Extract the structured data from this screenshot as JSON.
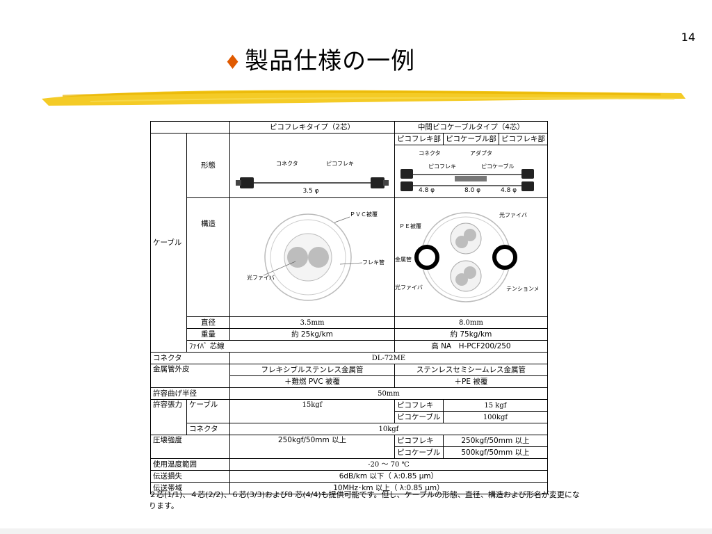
{
  "page_number": "14",
  "title": "製品仕様の一例",
  "table": {
    "h_picoflex": "ピコフレキタイプ（2芯）",
    "h_middle": "中間ピコケーブルタイプ（4芯）",
    "h_sub_picoflex1": "ピコフレキ部",
    "h_sub_picocable": "ピコケーブル部",
    "h_sub_picoflex2": "ピコフレキ部",
    "cable": "ケーブル",
    "form": "形態",
    "structure": "構造",
    "diameter": "直径",
    "weight": "重量",
    "fig_form_a": {
      "connector": "コネクタ",
      "picoflex": "ピコフレキ",
      "dim": "3.5 φ"
    },
    "fig_form_b": {
      "connector": "コネクタ",
      "adapter": "アダプタ",
      "picoflex": "ピコフレキ",
      "picocable": "ピコケーブル",
      "dim1": "4.8 φ",
      "dim2": "8.0 φ",
      "dim3": "4.8 φ"
    },
    "fig_struct_a": {
      "pvc": "ＰＶＣ被覆",
      "flex_tube": "フレキ管",
      "fiber": "光ファイバ"
    },
    "fig_struct_b": {
      "pe": "ＰＥ被覆",
      "fiber_top": "光ファイバ",
      "metal": "金属管",
      "fiber_bottom": "光ファイバ",
      "tension": "テンションメンバ"
    },
    "diameter_a": "3.5mm",
    "diameter_b": "8.0mm",
    "weight_a": "約 25kg/km",
    "weight_b": "約 75kg/km",
    "fiber_core": "ﾌｧｲﾊﾞ 芯線",
    "fiber_core_val": "高 NA　H-PCF200/250",
    "connector": "コネクタ",
    "connector_val": "DL-72ME",
    "metal_sheath": "金属管外皮",
    "metal_a1": "フレキシブルステンレス金属管",
    "metal_a2": "＋難燃 PVC 被覆",
    "metal_b1": "ステンレスセミシームレス金属管",
    "metal_b2": "＋PE 被覆",
    "bend": "許容曲げ半径",
    "bend_val": "50mm",
    "tension": "許容張力",
    "tension_cable": "ケーブル",
    "tension_cable_a": "15kgf",
    "tension_picoflex": "ピコフレキ",
    "tension_picoflex_val": "15 kgf",
    "tension_picocable": "ピコケーブル",
    "tension_picocable_val": "100kgf",
    "tension_connector": "コネクタ",
    "tension_connector_val": "10kgf",
    "crush": "圧壊強度",
    "crush_a": "250kgf/50mm 以上",
    "crush_picoflex": "ピコフレキ",
    "crush_picoflex_val": "250kgf/50mm 以上",
    "crush_picocable": "ピコケーブル",
    "crush_picocable_val": "500kgf/50mm 以上",
    "temp": "使用温度範囲",
    "temp_val": "-20 ～ 70 ℃",
    "loss": "伝送損失",
    "loss_val": "6dB/km 以下（ λ:0.85 μm）",
    "band": "伝送帯域",
    "band_val": "10MHz･km 以上（ λ:0.85 μm）"
  },
  "note": "２芯(1/1)、４芯(2/2)、６芯(3/3)および8 芯(4/4)も提供可能です。但し、ケーブルの形態、直径、構造および形名が変更になります。",
  "colors": {
    "accent_diamond": "#e05a00",
    "swoosh": "#f2c200"
  }
}
